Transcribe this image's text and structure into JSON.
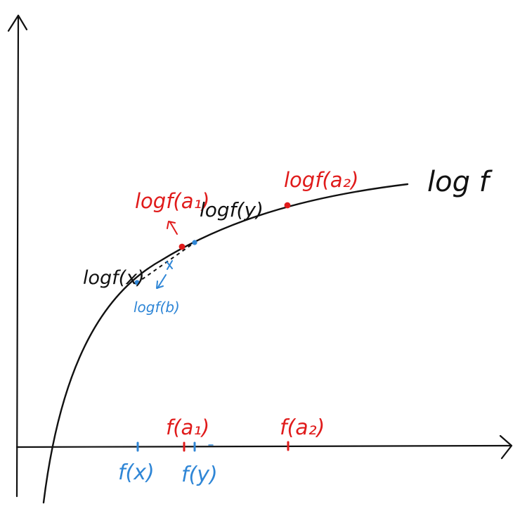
{
  "colors": {
    "ink": "#111111",
    "red": "#e01b1b",
    "blue": "#2f86d6"
  },
  "labels": {
    "curve": "log f",
    "log_fx": "logf(x)",
    "log_fy": "logf(y)",
    "log_fa1": "logf(a₁)",
    "log_fa2": "logf(a₂)",
    "log_fb": "logf(b)",
    "fa1": "f(a₁)",
    "fa2": "f(a₂)",
    "fx": "f(x)",
    "fy": "f(y)"
  }
}
